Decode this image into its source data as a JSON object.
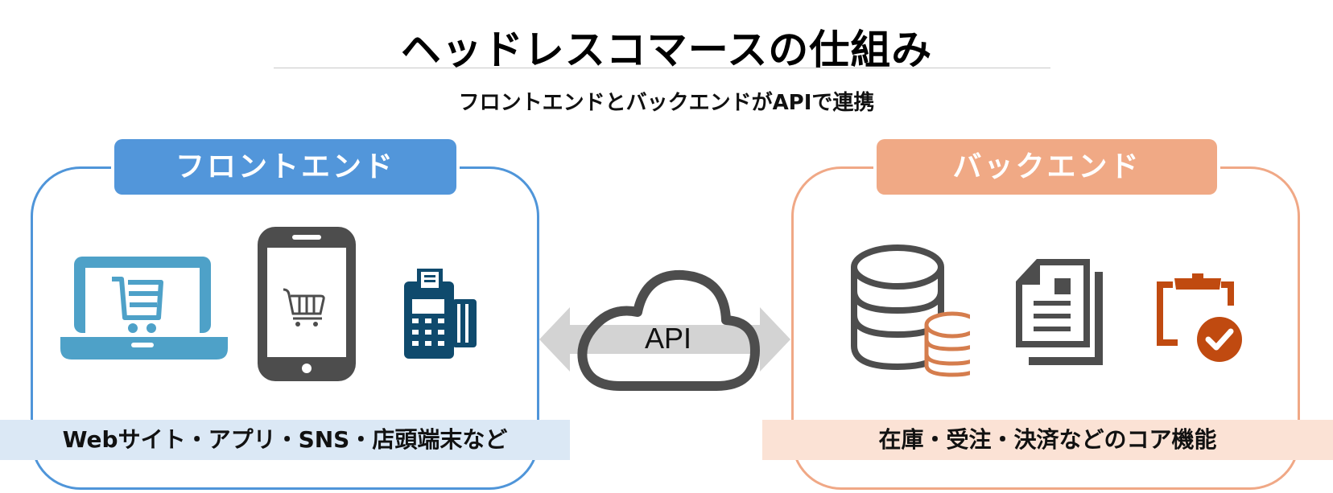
{
  "title": "ヘッドレスコマースの仕組み",
  "subtitle": "フロントエンドとバックエンドがAPIで連携",
  "frontend": {
    "header": "フロントエンド",
    "caption": "Webサイト・アプリ・SNS・店頭端末など",
    "icons": [
      "laptop-cart-icon",
      "smartphone-cart-icon",
      "payment-terminal-icon"
    ],
    "color": "#5296da",
    "caption_bg": "#dbe8f5"
  },
  "api": {
    "label": "API",
    "icons": [
      "cloud-icon",
      "double-arrow-icon"
    ]
  },
  "backend": {
    "header": "バックエンド",
    "caption": "在庫・受注・決済などのコア機能",
    "icons": [
      "database-icon",
      "documents-icon",
      "clipboard-check-icon"
    ],
    "color": "#f0a985",
    "caption_bg": "#fbe2d5"
  }
}
